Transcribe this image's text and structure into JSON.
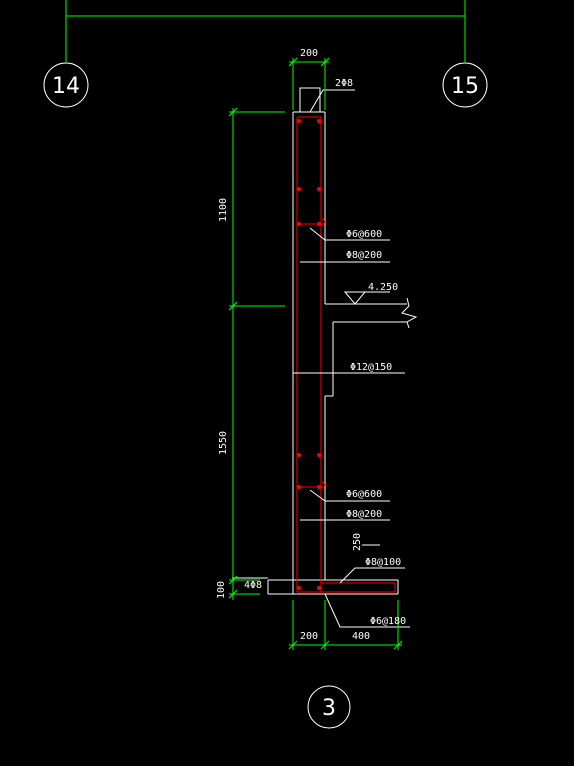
{
  "drawing": {
    "background": "#000000",
    "colors": {
      "dimension": "#00ff00",
      "outline": "#ffffff",
      "rebar": "#ff0000"
    },
    "axis_labels": [
      "14",
      "15"
    ],
    "detail_label": "3",
    "dimensions": {
      "top_width": "200",
      "upper_height": "1100",
      "lower_height": "1550",
      "base_height": "100",
      "bottom_width_left": "200",
      "bottom_width_right": "400",
      "slab_dim": "250"
    },
    "annotations": {
      "top_bars": "2Φ8",
      "tie_upper": "Φ6@600",
      "dist_upper": "Φ8@200",
      "elevation": "4.250",
      "main_bar": "Φ12@150",
      "tie_lower": "Φ6@600",
      "dist_lower": "Φ8@200",
      "base_bar": "Φ8@100",
      "base_bottom_bars": "4Φ8",
      "base_dist": "Φ6@180"
    }
  }
}
